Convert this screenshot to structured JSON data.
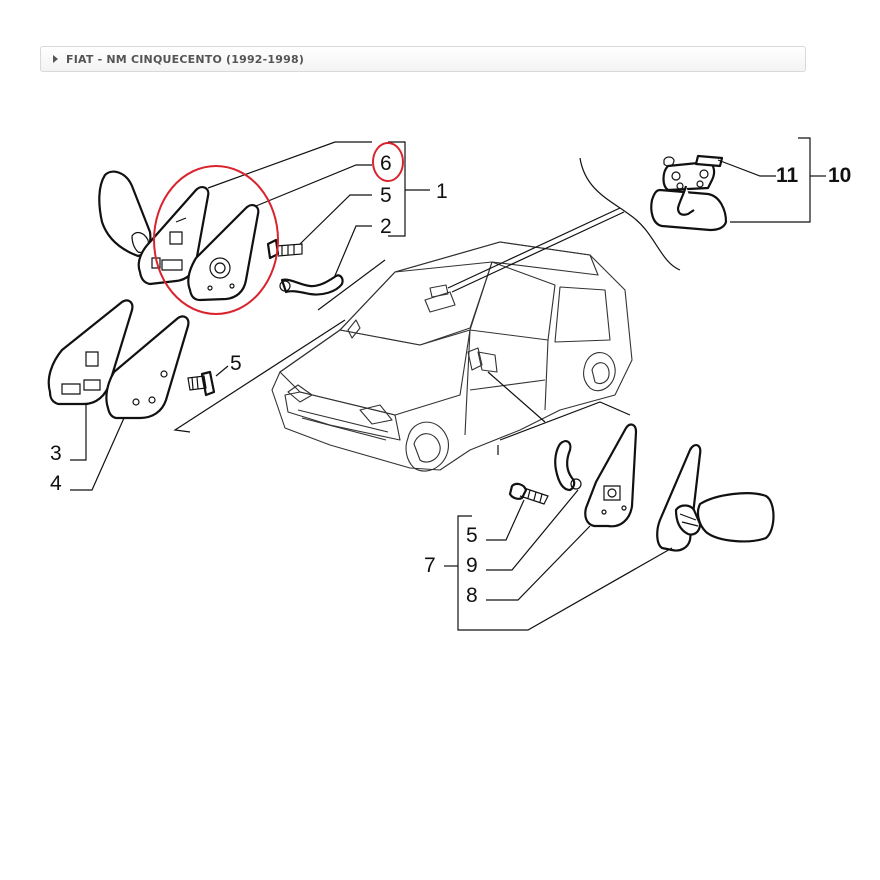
{
  "breadcrumb": {
    "label": "FIAT - NM CINQUECENTO (1992-1998)",
    "arrow_icon": "caret-right-icon"
  },
  "callouts": {
    "c1": "1",
    "c2": "2",
    "c3": "3",
    "c4": "4",
    "c5a": "5",
    "c5b": "5",
    "c5c": "5",
    "c6": "6",
    "c7": "7",
    "c8": "8",
    "c9": "9",
    "c10": "10",
    "c11": "11"
  },
  "highlight": {
    "color": "#d9232d",
    "target": "6"
  }
}
